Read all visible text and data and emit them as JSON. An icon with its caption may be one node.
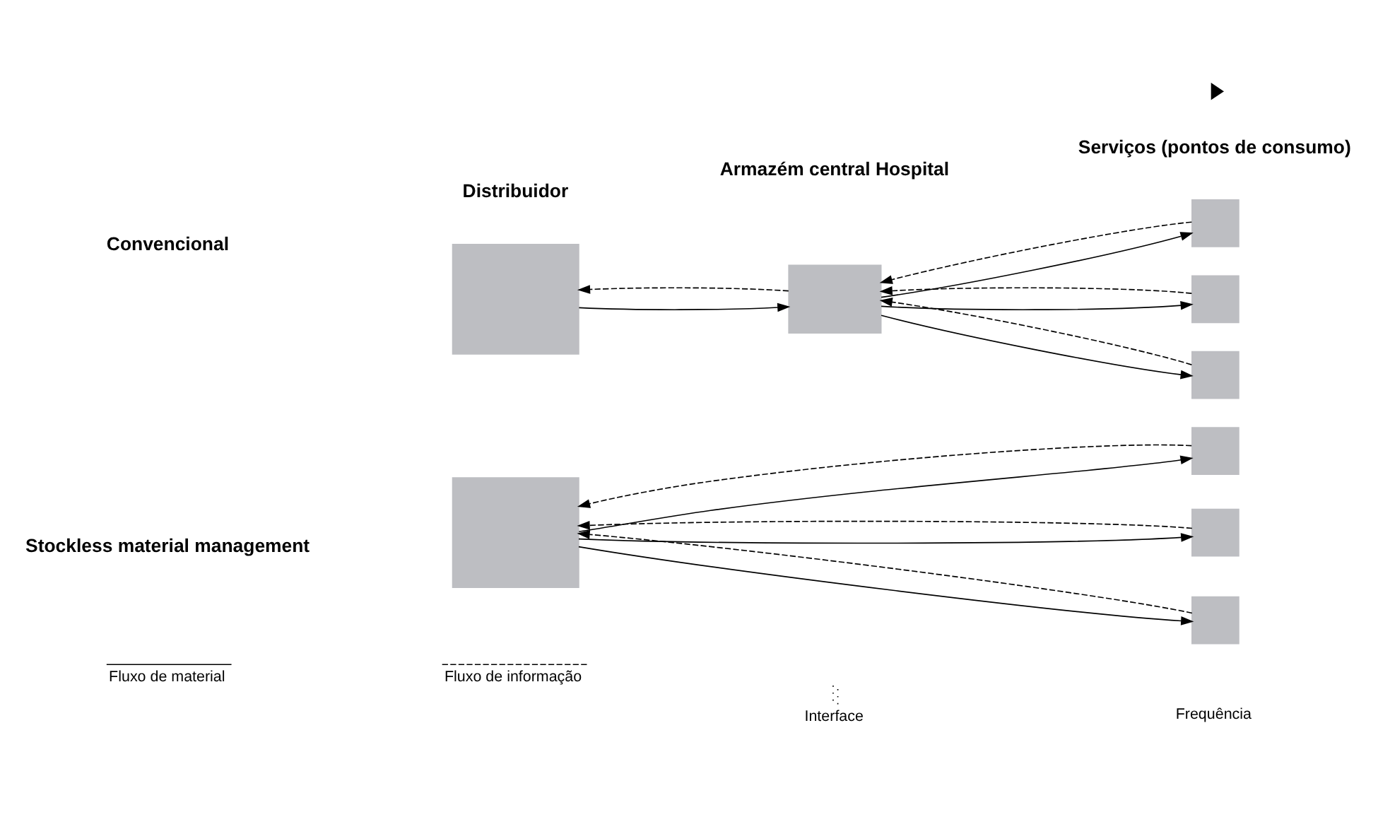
{
  "diagram": {
    "nodes": [
      {
        "text": [],
        "shape": "box"
      },
      {
        "text": [],
        "shape": "box"
      },
      {
        "text": [],
        "shape": "box"
      },
      {
        "text": [],
        "shape": "box"
      },
      {
        "text": [],
        "shape": "box"
      },
      {
        "text": [],
        "shape": "box"
      },
      {
        "text": [],
        "shape": "box"
      },
      {
        "text": [],
        "shape": "box"
      },
      {
        "text": [],
        "shape": "box"
      }
    ],
    "edges": [
      {
        "from": 1,
        "to": 0,
        "arrow": "to",
        "style": "dashed"
      },
      {
        "from": 0,
        "to": 1,
        "arrow": "to"
      },
      {
        "from": 2,
        "to": 1,
        "arrow": "to",
        "style": "dashed"
      },
      {
        "from": 1,
        "to": 2,
        "arrow": "to"
      },
      {
        "from": 3,
        "to": 1,
        "arrow": "to",
        "style": "dashed"
      },
      {
        "from": 1,
        "to": 3,
        "arrow": "to"
      },
      {
        "from": 4,
        "to": 1,
        "arrow": "to",
        "style": "dashed"
      },
      {
        "from": 1,
        "to": 4,
        "arrow": "to"
      },
      {
        "from": 6,
        "to": 5,
        "arrow": "to",
        "style": "dashed"
      },
      {
        "from": 5,
        "to": 6,
        "arrow": "to"
      },
      {
        "from": 7,
        "to": 5,
        "arrow": "to",
        "style": "dashed"
      },
      {
        "from": 5,
        "to": 7,
        "arrow": "to"
      },
      {
        "from": 8,
        "to": 5,
        "arrow": "to",
        "style": "dashed"
      },
      {
        "from": 5,
        "to": 8,
        "arrow": "to"
      }
    ],
    "labels": [
      "Distribuidor",
      "Armazém central Hospital",
      "Serviços (pontos de consumo)",
      "Convencional",
      "Stockless material management"
    ],
    "legend": [
      {
        "text": "Fluxo de material"
      },
      {
        "text": "Fluxo de informação"
      },
      {
        "text": "Interface"
      },
      {
        "text": "Frequência"
      }
    ]
  }
}
